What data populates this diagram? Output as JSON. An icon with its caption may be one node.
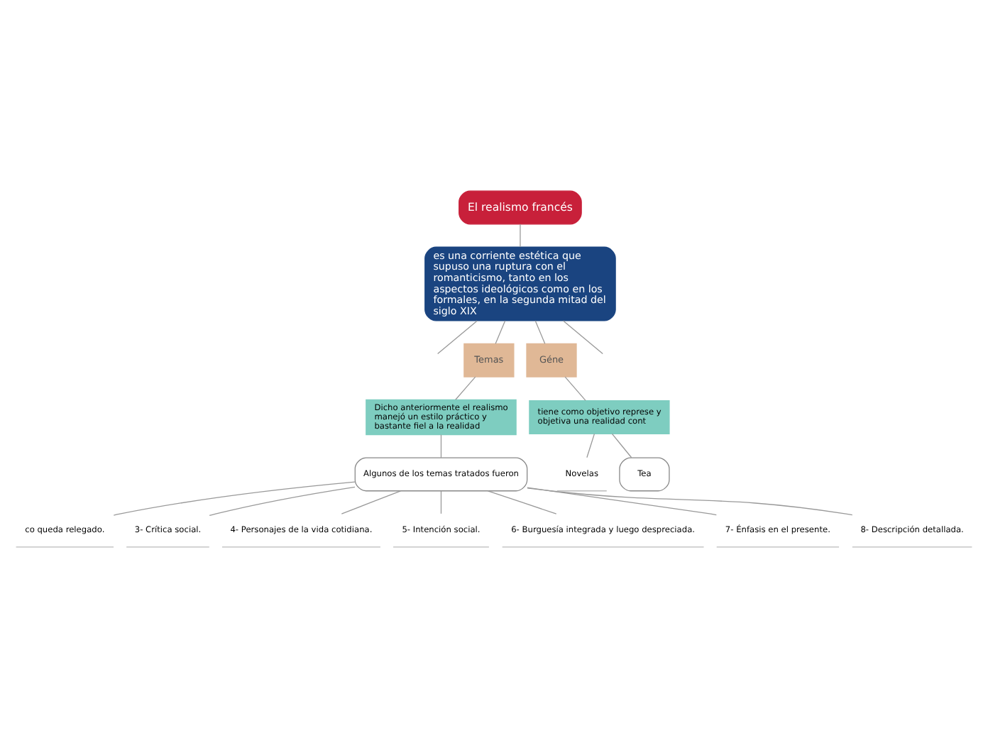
{
  "diagram": {
    "nodes": [
      {
        "text": [
          "El realismo francés"
        ]
      },
      {
        "text": [
          "es una corriente estética que supuso una ruptura con el romanticismo, tanto en los aspectos ideológicos como en los formales, en la segunda mitad del siglo XIX"
        ]
      },
      {
        "text": [
          "Temas"
        ]
      },
      {
        "text": [
          "Dicho anteriormente el realismo manejó un estilo práctico y bastante fiel a la realidad"
        ]
      },
      {
        "text": [
          "Algunos de los temas tratados fueron"
        ]
      },
      {
        "text": [
          "co queda relegado."
        ]
      },
      {
        "text": [
          "3- Crítica social."
        ]
      },
      {
        "text": [
          "4- Personajes de la vida cotidiana."
        ]
      },
      {
        "text": [
          "5- Intención social."
        ]
      },
      {
        "text": [
          "6- Burguesía integrada y luego despreciada."
        ]
      },
      {
        "text": [
          "7- Énfasis en el presente."
        ]
      },
      {
        "text": [
          "8- Descripción detallada."
        ]
      },
      {
        "text": [
          "Géne"
        ]
      },
      {
        "text": [
          "tiene como objetivo represe y objetiva una realidad cont"
        ]
      },
      {
        "text": [
          "Novelas"
        ]
      },
      {
        "text": [
          "Tea"
        ]
      }
    ],
    "edges": [
      {
        "from": 0,
        "to": 1,
        "arrow": "none"
      },
      {
        "from": 1,
        "to": null,
        "arrow": "none"
      },
      {
        "from": 1,
        "to": 2,
        "arrow": "none"
      },
      {
        "from": 1,
        "to": 12,
        "arrow": "none"
      },
      {
        "from": 1,
        "to": null,
        "arrow": "none"
      },
      {
        "from": 2,
        "to": 3,
        "arrow": "none"
      },
      {
        "from": 3,
        "to": 4,
        "arrow": "none"
      },
      {
        "from": 4,
        "to": 5,
        "arrow": "none"
      },
      {
        "from": 4,
        "to": 6,
        "arrow": "none"
      },
      {
        "from": 4,
        "to": 7,
        "arrow": "none"
      },
      {
        "from": 4,
        "to": 8,
        "arrow": "none"
      },
      {
        "from": 4,
        "to": 9,
        "arrow": "none"
      },
      {
        "from": 4,
        "to": 10,
        "arrow": "none"
      },
      {
        "from": 4,
        "to": 11,
        "arrow": "none"
      },
      {
        "from": 12,
        "to": 13,
        "arrow": "none"
      },
      {
        "from": 13,
        "to": 14,
        "arrow": "none"
      },
      {
        "from": 13,
        "to": 15,
        "arrow": "none"
      }
    ]
  }
}
